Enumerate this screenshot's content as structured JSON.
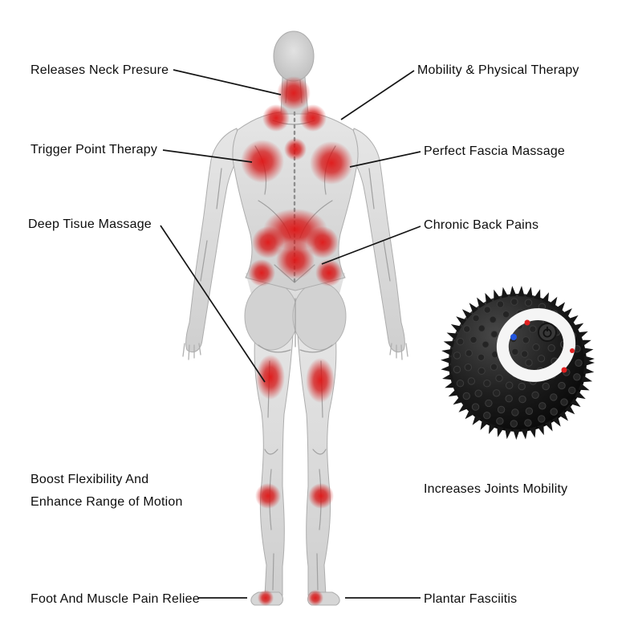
{
  "annotations": {
    "releases_neck": "Releases Neck Presure",
    "mobility_therapy": "Mobility & Physical Therapy",
    "trigger_point": "Trigger Point Therapy",
    "fascia_massage": "Perfect Fascia Massage",
    "deep_tissue": "Deep Tisue Massage",
    "chronic_back": "Chronic Back Pains",
    "flexibility_line1": "Boost Flexibility And",
    "flexibility_line2": "Enhance Range of Motion",
    "joints_mobility": "Increases Joints Mobility",
    "foot_relief": "Foot And Muscle Pain Reliee",
    "plantar": "Plantar Fasciitis"
  },
  "colors": {
    "background": "#ffffff",
    "pain_highlight": "#d41212",
    "leader_line": "#151515",
    "text": "#0d0d0d",
    "ball_body": "#161616",
    "ball_ring": "#f5f5f5",
    "led_red": "#e02020",
    "led_blue": "#2255dd"
  }
}
